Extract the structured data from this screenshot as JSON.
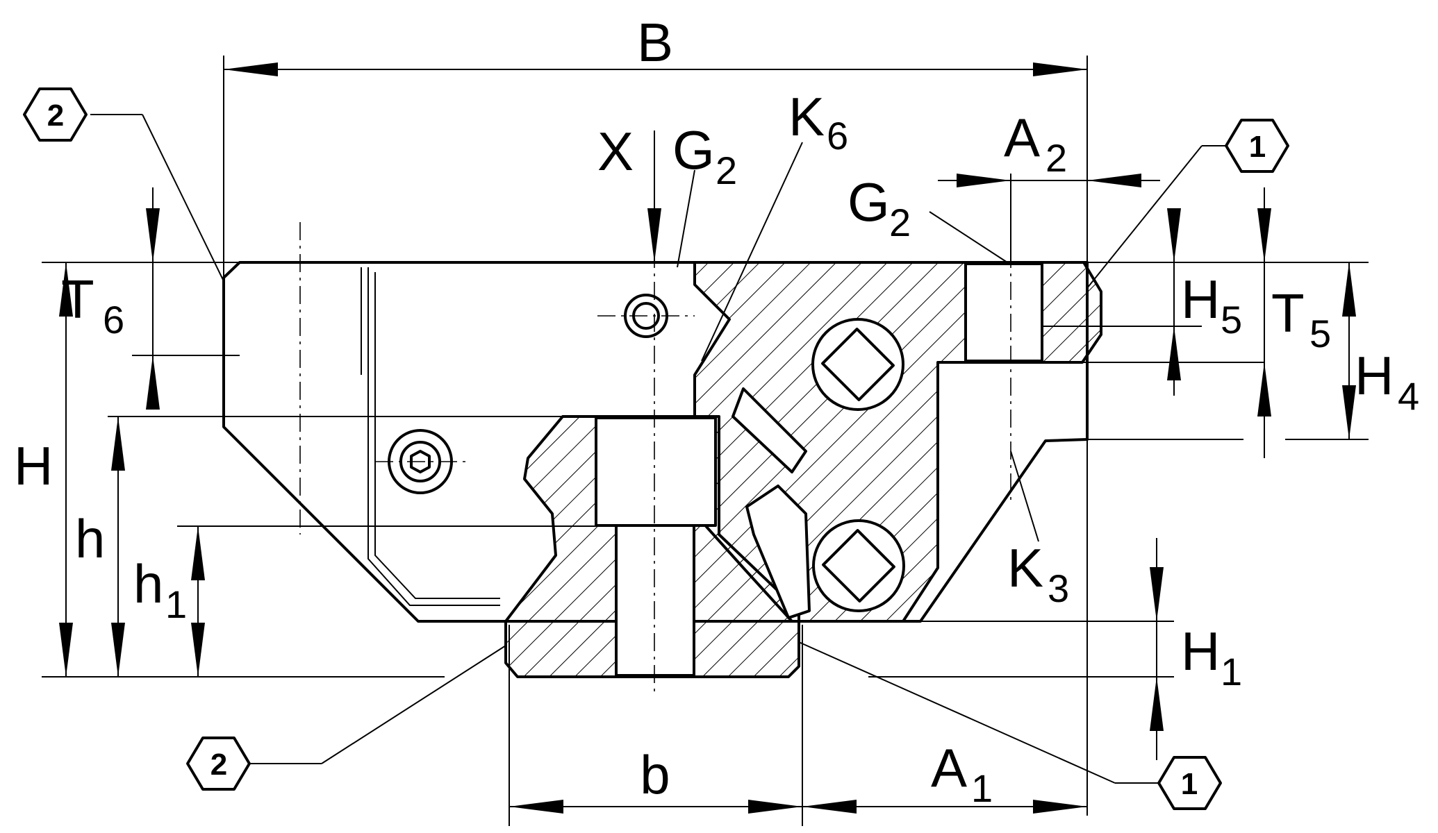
{
  "labels": {
    "B": "B",
    "X": "X",
    "G2_top": {
      "main": "G",
      "sub": "2"
    },
    "K6": {
      "main": "K",
      "sub": "6"
    },
    "A2": {
      "main": "A",
      "sub": "2"
    },
    "G2_right": {
      "main": "G",
      "sub": "2"
    },
    "T6": {
      "main": "T",
      "sub": "6"
    },
    "H5": {
      "main": "H",
      "sub": "5"
    },
    "T5": {
      "main": "T",
      "sub": "5"
    },
    "H4": {
      "main": "H",
      "sub": "4"
    },
    "H": "H",
    "h": "h",
    "h1": {
      "main": "h",
      "sub": "1"
    },
    "K3": {
      "main": "K",
      "sub": "3"
    },
    "H1": {
      "main": "H",
      "sub": "1"
    },
    "b": "b",
    "A1": {
      "main": "A",
      "sub": "1"
    }
  },
  "callouts": {
    "top_left": "2",
    "top_right": "1",
    "bottom_left": "2",
    "bottom_right": "1"
  }
}
